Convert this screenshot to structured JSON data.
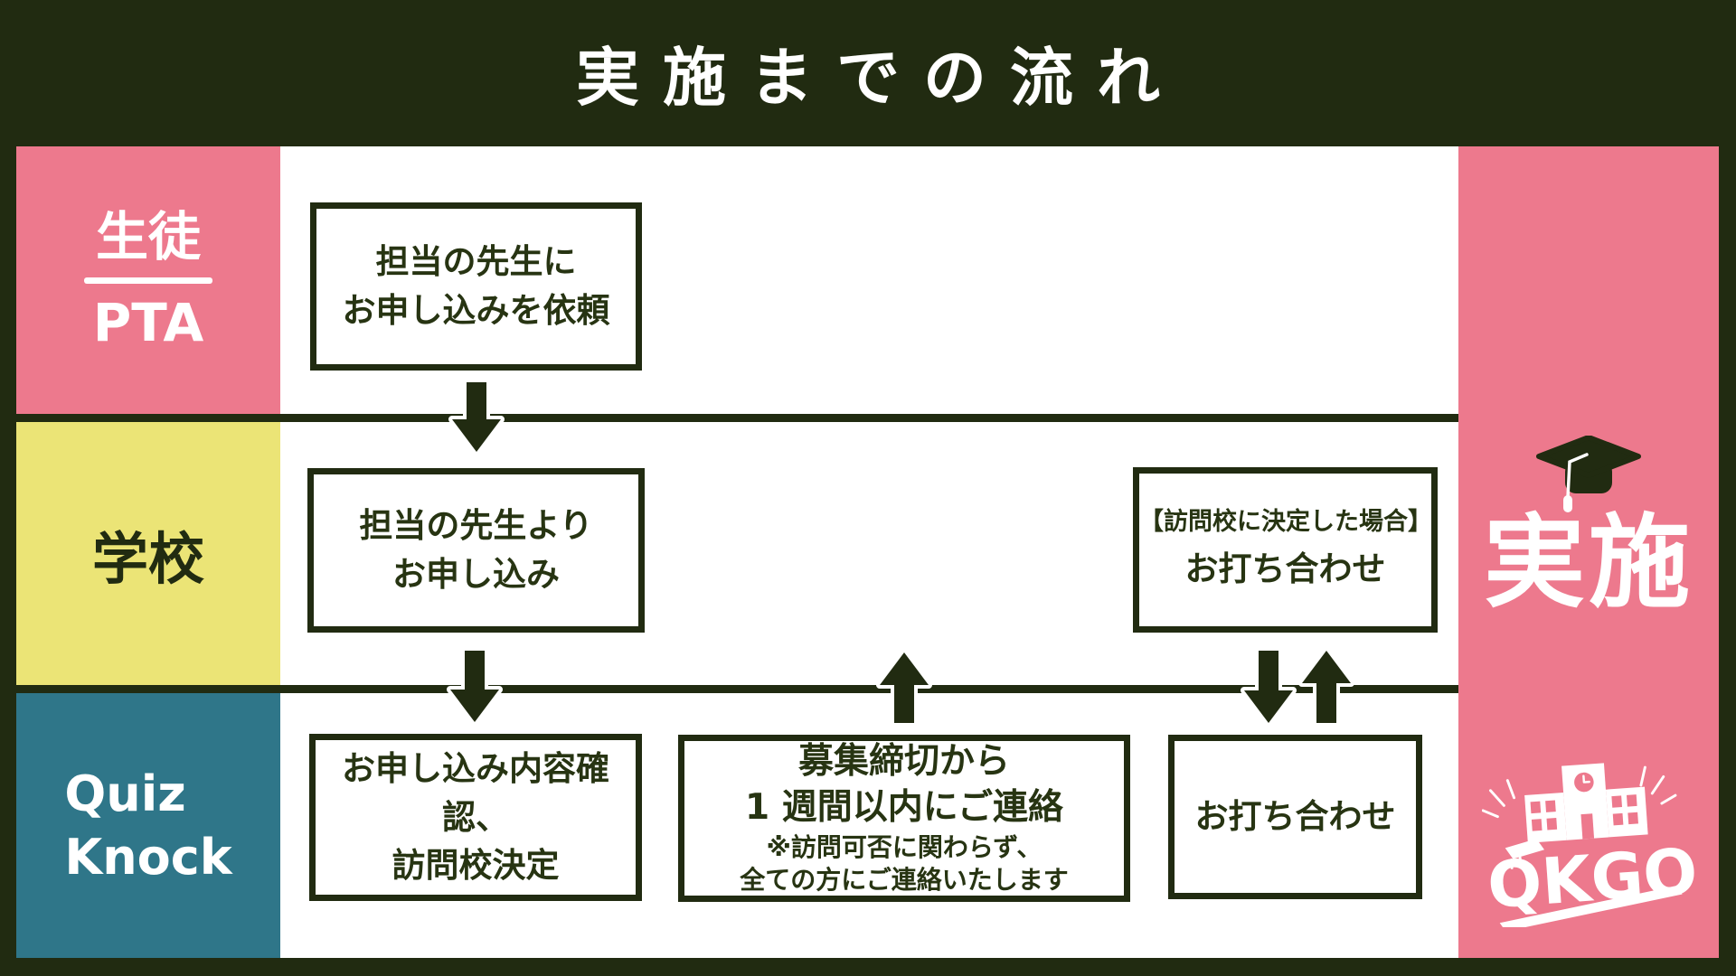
{
  "title": "実施までの流れ",
  "colors": {
    "background": "#212b11",
    "pink": "#ed798d",
    "yellow": "#ebe476",
    "teal": "#2f7689",
    "box_border": "#212b11",
    "white": "#ffffff"
  },
  "lanes": [
    {
      "name": "students-pta",
      "label_top": "生徒",
      "label_bottom": "PTA",
      "color": "#ed798d"
    },
    {
      "name": "school",
      "label": "学校",
      "color": "#ebe476"
    },
    {
      "name": "quizknock",
      "label_top": "Quiz",
      "label_bottom": "Knock",
      "color": "#2f7689"
    }
  ],
  "boxes": {
    "request": {
      "lines": [
        "担当の先生に",
        "お申し込みを依頼"
      ]
    },
    "apply": {
      "lines": [
        "担当の先生より",
        "お申し込み"
      ]
    },
    "meeting_school": {
      "note": "【訪問校に決定した場合】",
      "label": "お打ち合わせ"
    },
    "confirm": {
      "lines": [
        "お申し込み内容確認、",
        "訪問校決定"
      ]
    },
    "contact": {
      "lines": [
        "募集締切から",
        "1 週間以内にご連絡"
      ],
      "notes": [
        "※訪問可否に関わらず、",
        "全ての方にご連絡いたします"
      ]
    },
    "meeting_qk": {
      "label": "お打ち合わせ"
    }
  },
  "sidebar": {
    "label": "実施",
    "logo_text": "QKGO"
  }
}
